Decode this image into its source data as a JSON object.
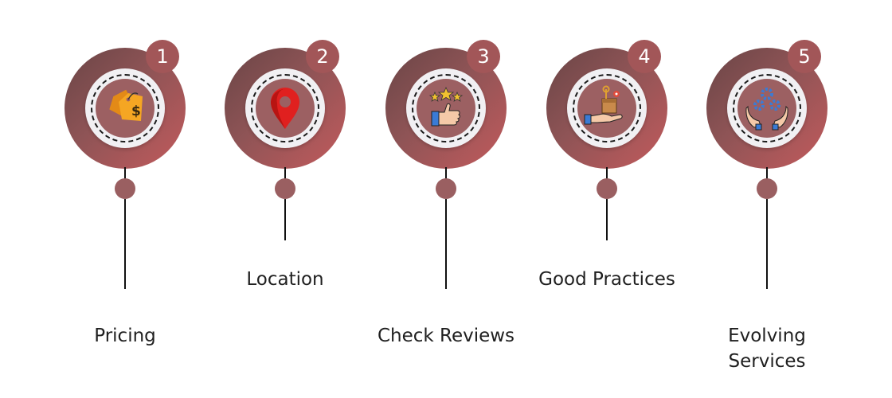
{
  "steps": [
    {
      "number": "1",
      "label": "Pricing",
      "icon": "price-tag-icon"
    },
    {
      "number": "2",
      "label": "Location",
      "icon": "location-pin-icon"
    },
    {
      "number": "3",
      "label": "Check Reviews",
      "icon": "thumbs-up-stars-icon"
    },
    {
      "number": "4",
      "label": "Good Practices",
      "icon": "hand-tools-box-icon"
    },
    {
      "number": "5",
      "label": "Evolving Services",
      "icon": "hands-gears-icon"
    }
  ],
  "colors": {
    "outer_ring_dark": "#6a4546",
    "outer_ring_light": "#c25a5c",
    "inner_disc": "#9c6062",
    "badge": "#a25658",
    "node": "#9a5f61"
  }
}
